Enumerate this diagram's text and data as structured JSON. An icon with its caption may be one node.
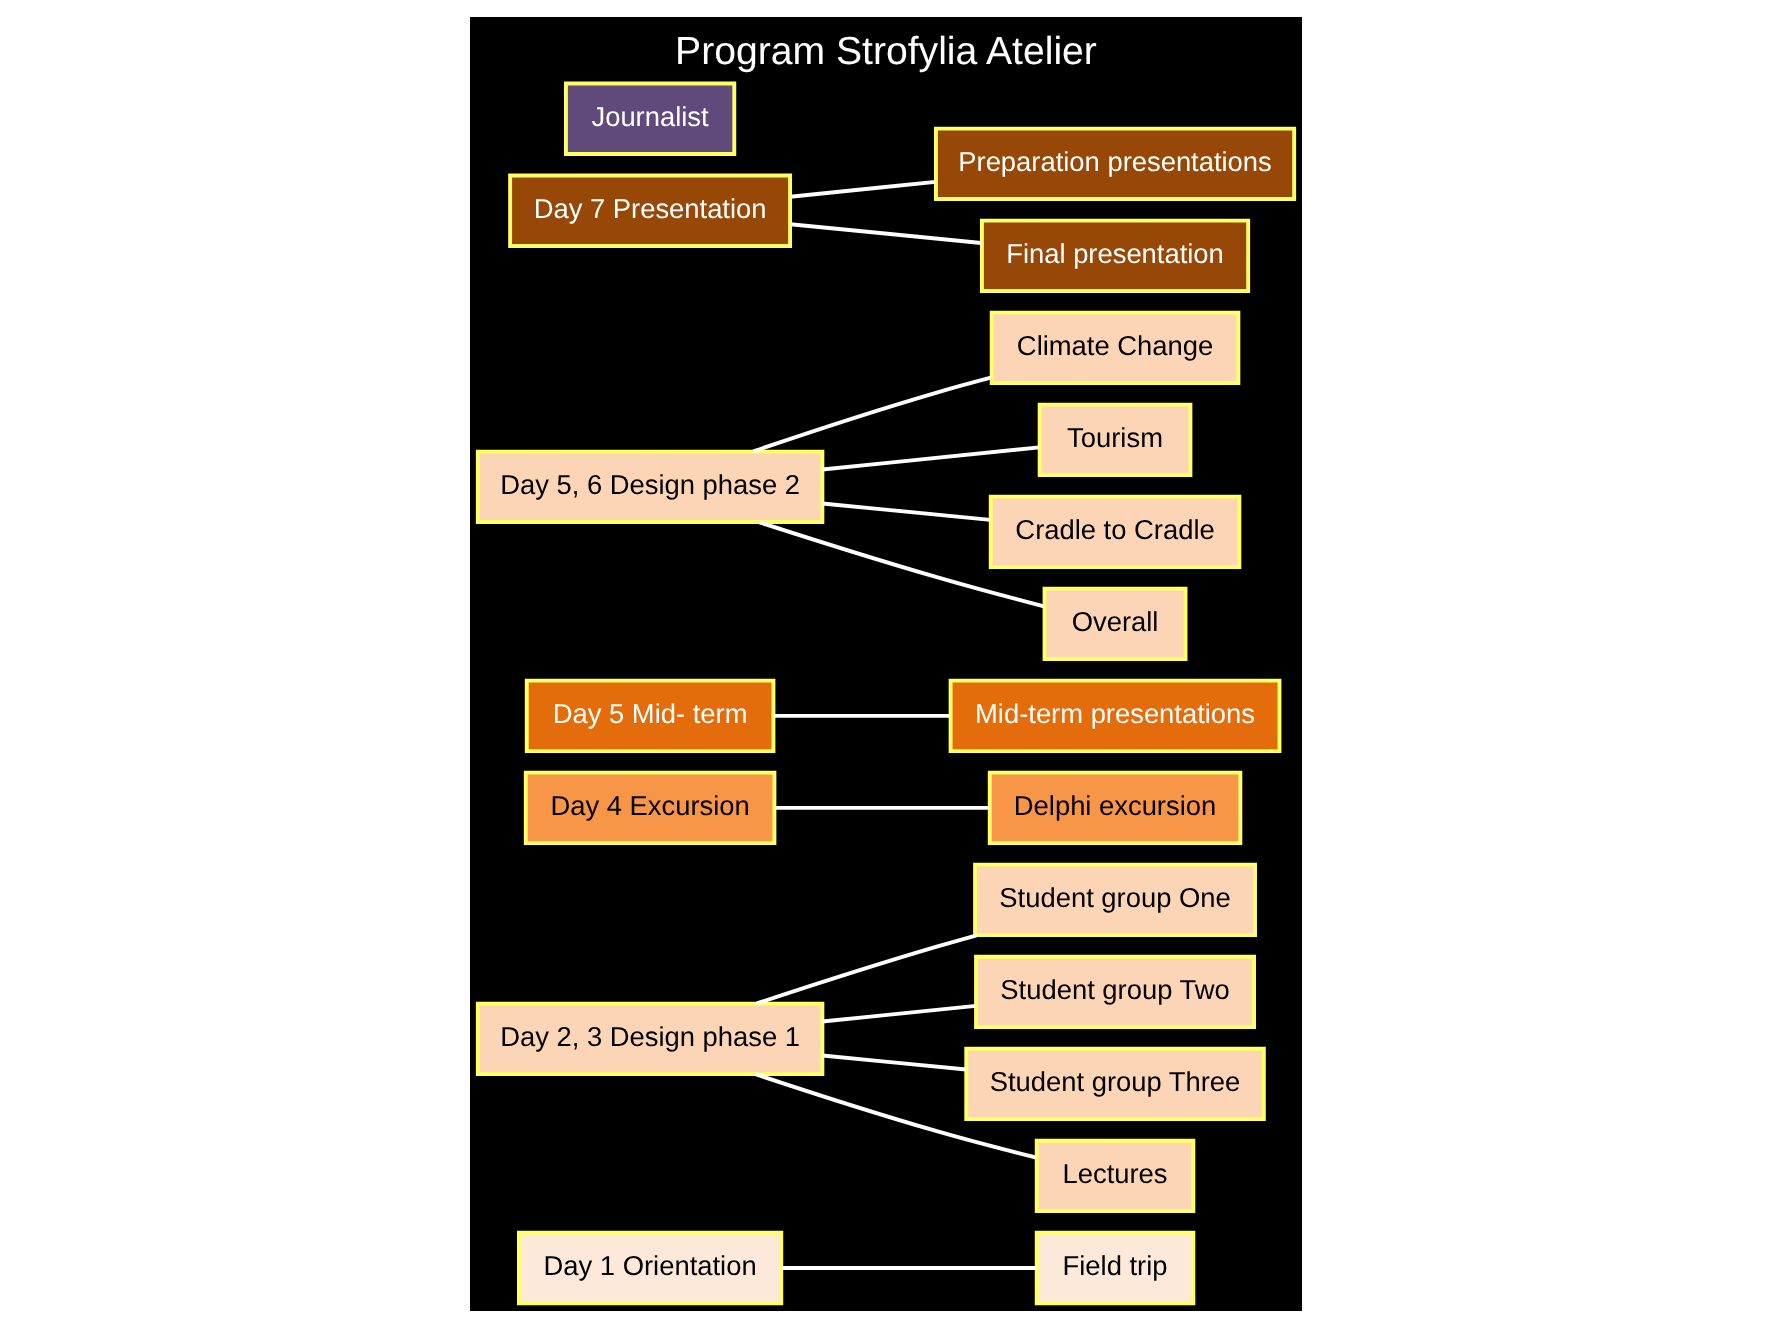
{
  "diagram": {
    "title": "Program Strofylia Atelier",
    "nodes": [
      {
        "text": [
          "Day 1 Orientation"
        ]
      },
      {
        "text": [
          "Field trip"
        ]
      },
      {
        "text": [
          "Day 2, 3 Design phase 1"
        ]
      },
      {
        "text": [
          "Student group One"
        ]
      },
      {
        "text": [
          "Student group Two"
        ]
      },
      {
        "text": [
          "Student group Three"
        ]
      },
      {
        "text": [
          "Lectures"
        ]
      },
      {
        "text": [
          "Day 4 Excursion"
        ]
      },
      {
        "text": [
          "Delphi excursion"
        ]
      },
      {
        "text": [
          "Day 5 Mid- term"
        ]
      },
      {
        "text": [
          "Mid-term presentations"
        ]
      },
      {
        "text": [
          "Day 5, 6 Design phase 2"
        ]
      },
      {
        "text": [
          "Climate Change"
        ]
      },
      {
        "text": [
          "Tourism"
        ]
      },
      {
        "text": [
          "Cradle to Cradle"
        ]
      },
      {
        "text": [
          "Overall"
        ]
      },
      {
        "text": [
          "Day 7 Presentation"
        ]
      },
      {
        "text": [
          "Preparation presentations"
        ]
      },
      {
        "text": [
          "Final presentation"
        ]
      },
      {
        "text": [
          "Journalist"
        ]
      }
    ],
    "edges": [
      {
        "from": 0,
        "to": 1,
        "arrow": "none"
      },
      {
        "from": 2,
        "to": 3,
        "arrow": "none"
      },
      {
        "from": 2,
        "to": 4,
        "arrow": "none"
      },
      {
        "from": 2,
        "to": 5,
        "arrow": "none"
      },
      {
        "from": 2,
        "to": 6,
        "arrow": "none"
      },
      {
        "from": 7,
        "to": 8,
        "arrow": "none"
      },
      {
        "from": 9,
        "to": 10,
        "arrow": "none"
      },
      {
        "from": 11,
        "to": 12,
        "arrow": "none"
      },
      {
        "from": 11,
        "to": 13,
        "arrow": "none"
      },
      {
        "from": 11,
        "to": 14,
        "arrow": "none"
      },
      {
        "from": 11,
        "to": 15,
        "arrow": "none"
      },
      {
        "from": 16,
        "to": 17,
        "arrow": "none"
      },
      {
        "from": 16,
        "to": 18,
        "arrow": "none"
      }
    ]
  }
}
